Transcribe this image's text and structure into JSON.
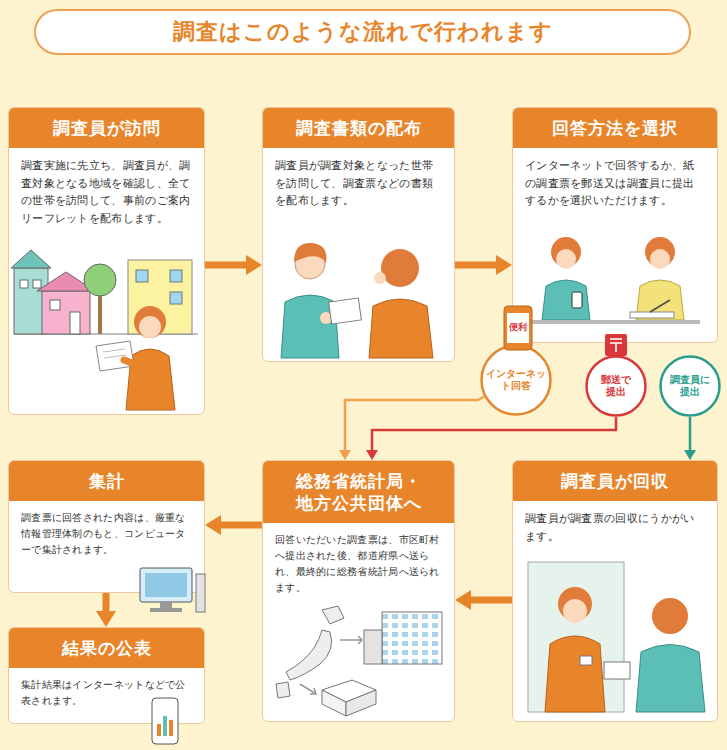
{
  "diagram": {
    "title": "調査はこのような流れで行われます",
    "nodes": [
      {
        "text": [
          "調査員が訪問",
          "調査実施に先立ち、調査員が、調査対象となる地域を確認し、全ての世帯を訪問して、事前のご案内リーフレットを配布します。"
        ]
      },
      {
        "text": [
          "調査書類の配布",
          "調査員が調査対象となった世帯を訪問して、調査票などの書類を配布します。"
        ]
      },
      {
        "text": [
          "回答方法を選択",
          "インターネットで回答するか、紙の調査票を郵送又は調査員に提出するかを選択いただけます。"
        ]
      },
      {
        "text": [
          "インターネット回答"
        ]
      },
      {
        "text": [
          "郵送で提出"
        ]
      },
      {
        "text": [
          "調査員に提出"
        ]
      },
      {
        "text": [
          "集計",
          "調査票に回答された内容は、厳重な情報管理体制のもと、コンピューターで集計されます。"
        ]
      },
      {
        "text": [
          "総務省統計局・地方公共団体へ",
          "回答いただいた調査票は、市区町村へ提出された後、都道府県へ送られ、最終的に総務省統計局へ送られます。"
        ]
      },
      {
        "text": [
          "調査員が回収",
          "調査員が調査票の回収にうかがいます。"
        ]
      },
      {
        "text": [
          "結果の公表",
          "集計結果はインターネットなどで公表されます。"
        ]
      }
    ],
    "edges": [
      {
        "from": 0,
        "to": 1,
        "arrow": "to"
      },
      {
        "from": 1,
        "to": 2,
        "arrow": "to"
      },
      {
        "from": 3,
        "to": 7,
        "arrow": "to"
      },
      {
        "from": 4,
        "to": 7,
        "arrow": "to"
      },
      {
        "from": 5,
        "to": 8,
        "arrow": "to"
      },
      {
        "from": 8,
        "to": 7,
        "arrow": "to"
      },
      {
        "from": 7,
        "to": 6,
        "arrow": "to"
      },
      {
        "from": 6,
        "to": 9,
        "arrow": "to"
      }
    ],
    "labels": [
      "便利"
    ]
  }
}
